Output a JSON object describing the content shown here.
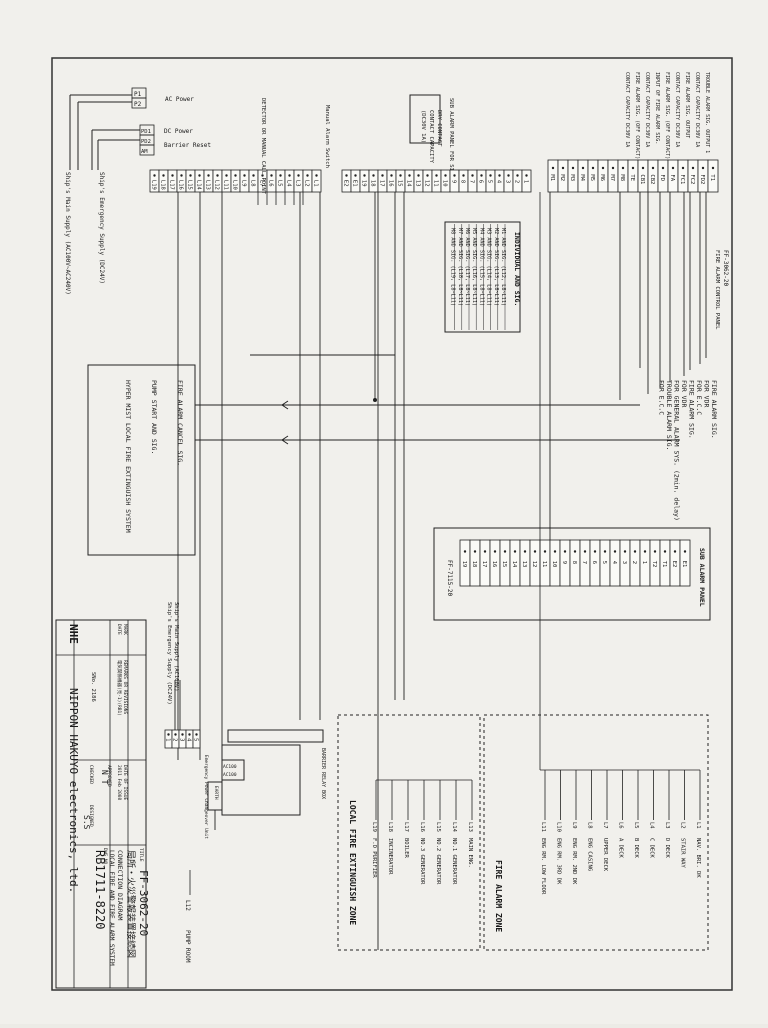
{
  "power": {
    "ac_terms": [
      "P1",
      "P2"
    ],
    "ac_label": "AC Power",
    "dc_terms": [
      "PD1",
      "PD2",
      "AM"
    ],
    "dc_label": "DC Power",
    "barrier_label": "Barrier Reset"
  },
  "supplies": {
    "main": "Ship's Main Supply (AC100V~AC240V)",
    "emergency": "Ship's Emergency Supply (DC24V)"
  },
  "left_labels": {
    "detector": "DETECTOR OR MANUAL CALL POINT",
    "manual": "Manual Alarm Switch"
  },
  "left_terminals": [
    "L1",
    "L2",
    "L3",
    "L4",
    "L5",
    "L6",
    "L7",
    "L8",
    "L9",
    "L10",
    "L11",
    "L12",
    "L13",
    "L14",
    "L15",
    "L16",
    "L17",
    "L18",
    "L19"
  ],
  "sub_panel": {
    "title": "SUB ALARM PANEL FOR SIG.",
    "lines": [
      "DRY CONTACT",
      "CONTACT CAPACITY",
      "(DC30V 1A)"
    ]
  },
  "mid_terminals": [
    "1",
    "2",
    "3",
    "4",
    "5",
    "6",
    "7",
    "8",
    "9",
    "10",
    "11",
    "12",
    "13",
    "14",
    "15",
    "16",
    "17",
    "18",
    "19",
    "E1",
    "E2"
  ],
  "right_terminals": [
    "M1",
    "M2",
    "M3",
    "M4",
    "M5",
    "M6",
    "M7",
    "M8",
    "TE",
    "CB1",
    "CB2",
    "FD",
    "FA",
    "FC1",
    "FC2",
    "FD2",
    "T1"
  ],
  "contact_notes": [
    "TROUBLE ALARM SIG. OUTPUT 1",
    "CONTACT CAPACITY DC30V 1A",
    "FIRE ALARM SIG. OUTPUT",
    "CONTACT CAPACITY DC30V 1A",
    "FIRE ALARM SIG. (OFF CONTACT)",
    "INPUT OF FIRE ALARM SIG.",
    "CONTACT CAPACITY DC30V 1A",
    "FIRE ALARM SIG. (OFF CONTACT)",
    "CONTACT CAPACITY DC30V 1A"
  ],
  "individual_and": {
    "title": "INDIVIDUAL AND SIG.",
    "rows": [
      "M1 AND SIG. (L12, L8~L11)",
      "M2 AND SIG. (L13, L8~L11)",
      "M3 AND SIG. (L14, L8~L11)",
      "M4 AND SIG. (L15, L8~L11)",
      "M5 AND SIG. (L16, L8~L11)",
      "M6 AND SIG. (L17, L8~L11)",
      "M7 AND SIG. (L18, L8~L11)",
      "M8 AND SIG. (L19, L8~L11)"
    ]
  },
  "panel_tag": "FF-3062-20",
  "panel_tag_sub": "FIRE ALARM CONTROL PANEL",
  "output_sigs": [
    "FIRE ALARM SIG.",
    "FOR VDR",
    "FOR E.C.C",
    "FIRE ALARM SIG.",
    "FOR VDR",
    "FOR GENERAL ALARM SYS. (2min. delay)",
    "TROUBLE ALARM SIG.",
    "FOR E.C.C"
  ],
  "hypermist_box": {
    "lines": [
      "FIRE ALARM CANCEL SIG.",
      "PUMP START AND SIG.",
      "HYPER MIST LOCAL FIRE EXTINGUISH SYSTEM"
    ]
  },
  "sub_alarm_panel": {
    "title": "SUB ALARM PANEL",
    "tag": "FF-7115-20",
    "terminals": [
      "E1",
      "E2",
      "T1",
      "T2",
      "1",
      "2",
      "3",
      "4",
      "5",
      "6",
      "7",
      "8",
      "9",
      "10",
      "11",
      "12",
      "13",
      "14",
      "15",
      "16",
      "17",
      "18",
      "19"
    ]
  },
  "power_unit": {
    "main": "Ship's Main Supply (AC100V)",
    "emergency": "Ship's Emergency Supply (DC24V)",
    "unit_label": "Emergency Power Changeover Unit",
    "terms": [
      "AC100",
      "AC100"
    ],
    "barrier": "BARRIER RELAY BOX",
    "earth": "EARTH"
  },
  "fire_alarm_zone": {
    "title": "FIRE ALARM ZONE",
    "items": [
      {
        "tag": "L1",
        "name": "NAV. BRI. DK"
      },
      {
        "tag": "L2",
        "name": "STAIR WAY"
      },
      {
        "tag": "L3",
        "name": "D DECK"
      },
      {
        "tag": "L4",
        "name": "C DECK"
      },
      {
        "tag": "L5",
        "name": "B DECK"
      },
      {
        "tag": "L6",
        "name": "A DECK"
      },
      {
        "tag": "L7",
        "name": "UPPER DECK"
      },
      {
        "tag": "L8",
        "name": "ENG CASING"
      },
      {
        "tag": "L9",
        "name": "ENG RM. 2ND DK"
      },
      {
        "tag": "L10",
        "name": "ENG RM. 3RD DK"
      },
      {
        "tag": "L11",
        "name": "ENG RM. LOW FLOOR"
      }
    ]
  },
  "local_zone": {
    "title": "LOCAL FIRE EXTINGUISH ZONE",
    "items": [
      {
        "tag": "L13",
        "name": "MAIN ENG."
      },
      {
        "tag": "L14",
        "name": "NO.1 GENERATOR"
      },
      {
        "tag": "L15",
        "name": "NO.2 GENERATOR"
      },
      {
        "tag": "L16",
        "name": "NO.3 GENERATOR"
      },
      {
        "tag": "L17",
        "name": "BOILER"
      },
      {
        "tag": "L18",
        "name": "INCINERATOR"
      },
      {
        "tag": "L19",
        "name": "F.O PURIFIER"
      }
    ]
  },
  "pump_room": {
    "tag": "L12",
    "name": "PUMP ROOM"
  },
  "title_block": {
    "company_short": "NHE",
    "company": "NIPPON HAKUYO electronics, ltd.",
    "title_label": "TITLE",
    "drawing_title": "FF-3062-20",
    "jp_title": "局所・火災警報装置接続図",
    "desc1": "CONNECTION DIAGRAM",
    "desc2": "LOCAL FIRE AND FIRE ALARM SYSTEM",
    "dwg_label": "DWG NO.",
    "dwg_no": "RB1711-8220",
    "checked_label": "CHECKED",
    "checked": "N T",
    "designed_label": "DESIGNED",
    "designed": "S.S",
    "approved_label": "APPROVED",
    "date_label": "DATE OF ISSUE",
    "date": "2011 Feb 2008",
    "sno": "SNo. 2186",
    "mark_label": "MARK",
    "dates_label": "DATE",
    "remarks_label": "REMARKS OR REVISIONS",
    "revision": "電気関係機器(見-1)(RB1)"
  }
}
